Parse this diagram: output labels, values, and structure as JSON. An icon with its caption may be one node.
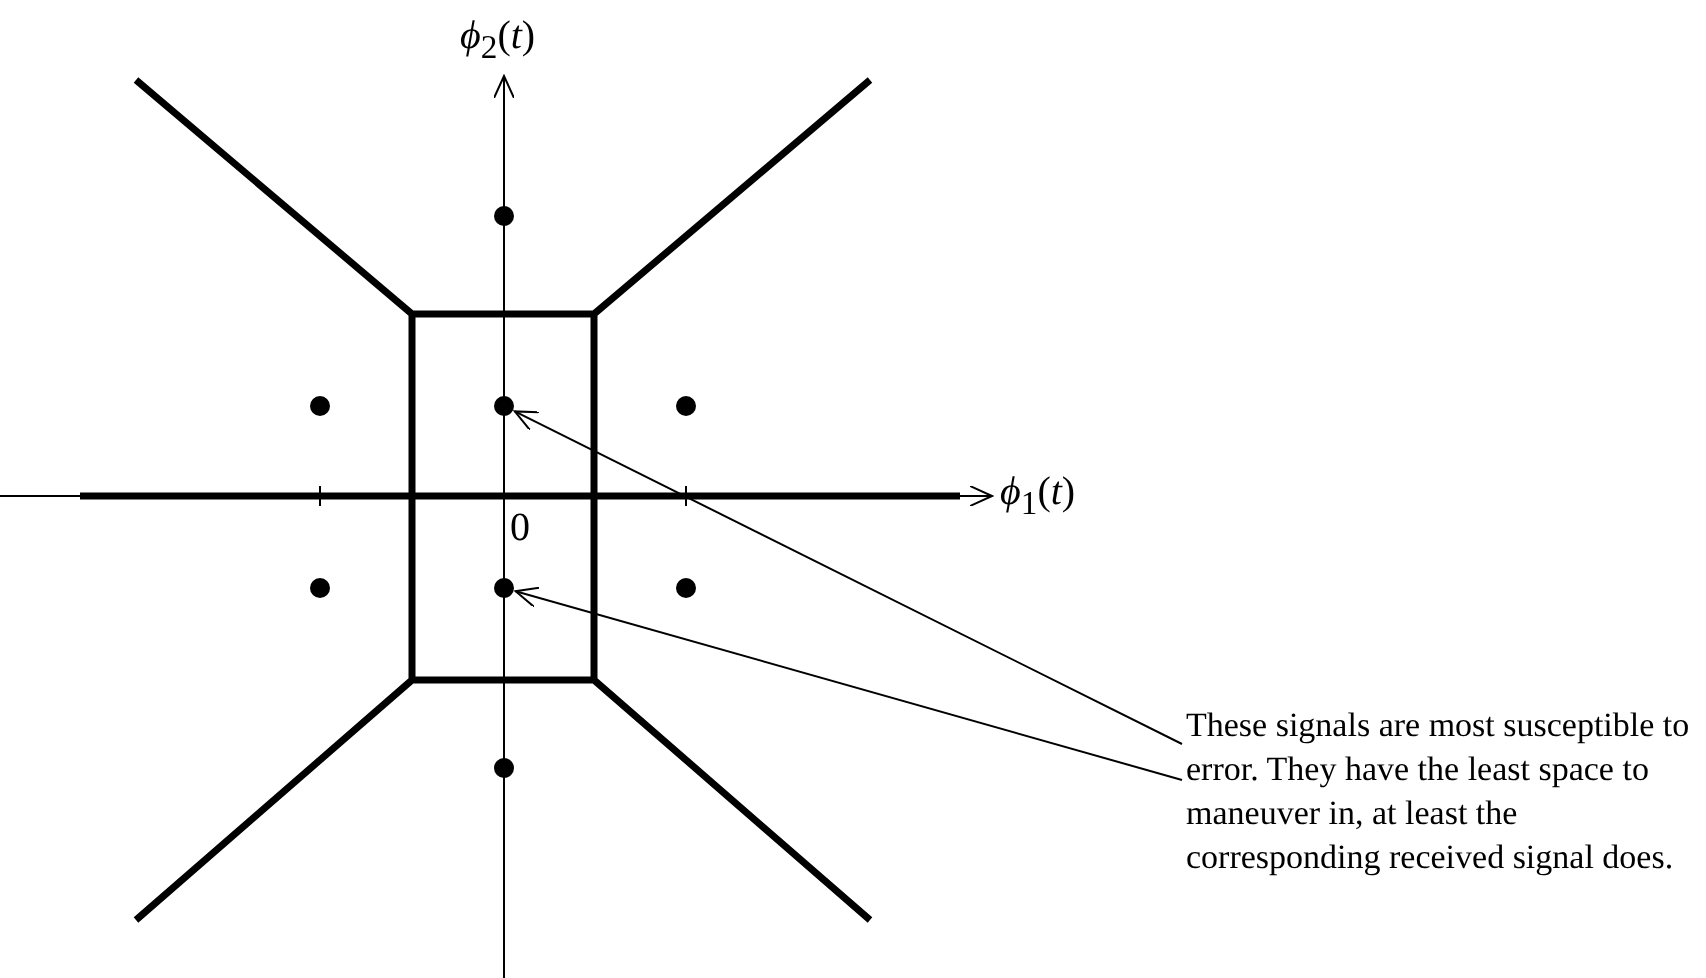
{
  "diagram": {
    "nodes": [
      {
        "text": [],
        "shape": "circle"
      },
      {
        "text": [],
        "shape": "circle"
      },
      {
        "text": [],
        "shape": "circle"
      },
      {
        "text": [],
        "shape": "circle"
      },
      {
        "text": [],
        "shape": "circle"
      },
      {
        "text": [],
        "shape": "circle"
      },
      {
        "text": [],
        "shape": "circle"
      },
      {
        "text": [],
        "shape": "circle"
      },
      {
        "text": [
          "These signals are most susceptible to error. They have the least space to maneuver in, at least the corresponding received signal does."
        ]
      }
    ],
    "edges": [
      {
        "from": 8,
        "to": 2,
        "arrow": "to"
      },
      {
        "from": 8,
        "to": 5,
        "arrow": "to"
      }
    ],
    "labels": [
      "*ϕ*$_{2}$(*t*)",
      "*ϕ*$_{1}$(*t*)",
      "0"
    ]
  }
}
